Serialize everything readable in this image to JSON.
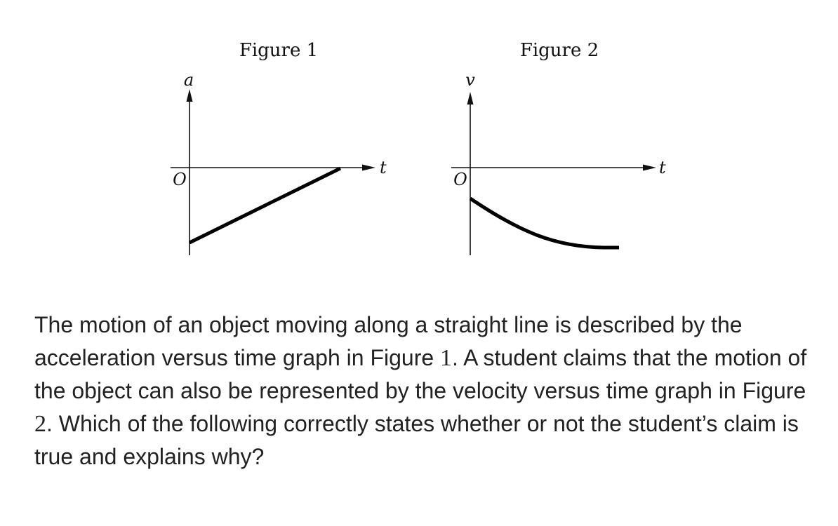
{
  "figure1": {
    "title": "Figure 1",
    "y_axis_label": "a",
    "x_axis_label": "t",
    "origin_label": "O"
  },
  "figure2": {
    "title": "Figure 2",
    "y_axis_label": "v",
    "x_axis_label": "t",
    "origin_label": "O"
  },
  "question": {
    "part1": "The motion of an object moving along a straight line is described by the acceleration versus time graph in Figure ",
    "num1": "1",
    "part2": ". A student claims that the motion of the object can also be represented by the velocity versus time graph in Figure ",
    "num2": "2",
    "part3": ". Which of the following correctly states whether or not the student’s claim is true and explains why?"
  }
}
